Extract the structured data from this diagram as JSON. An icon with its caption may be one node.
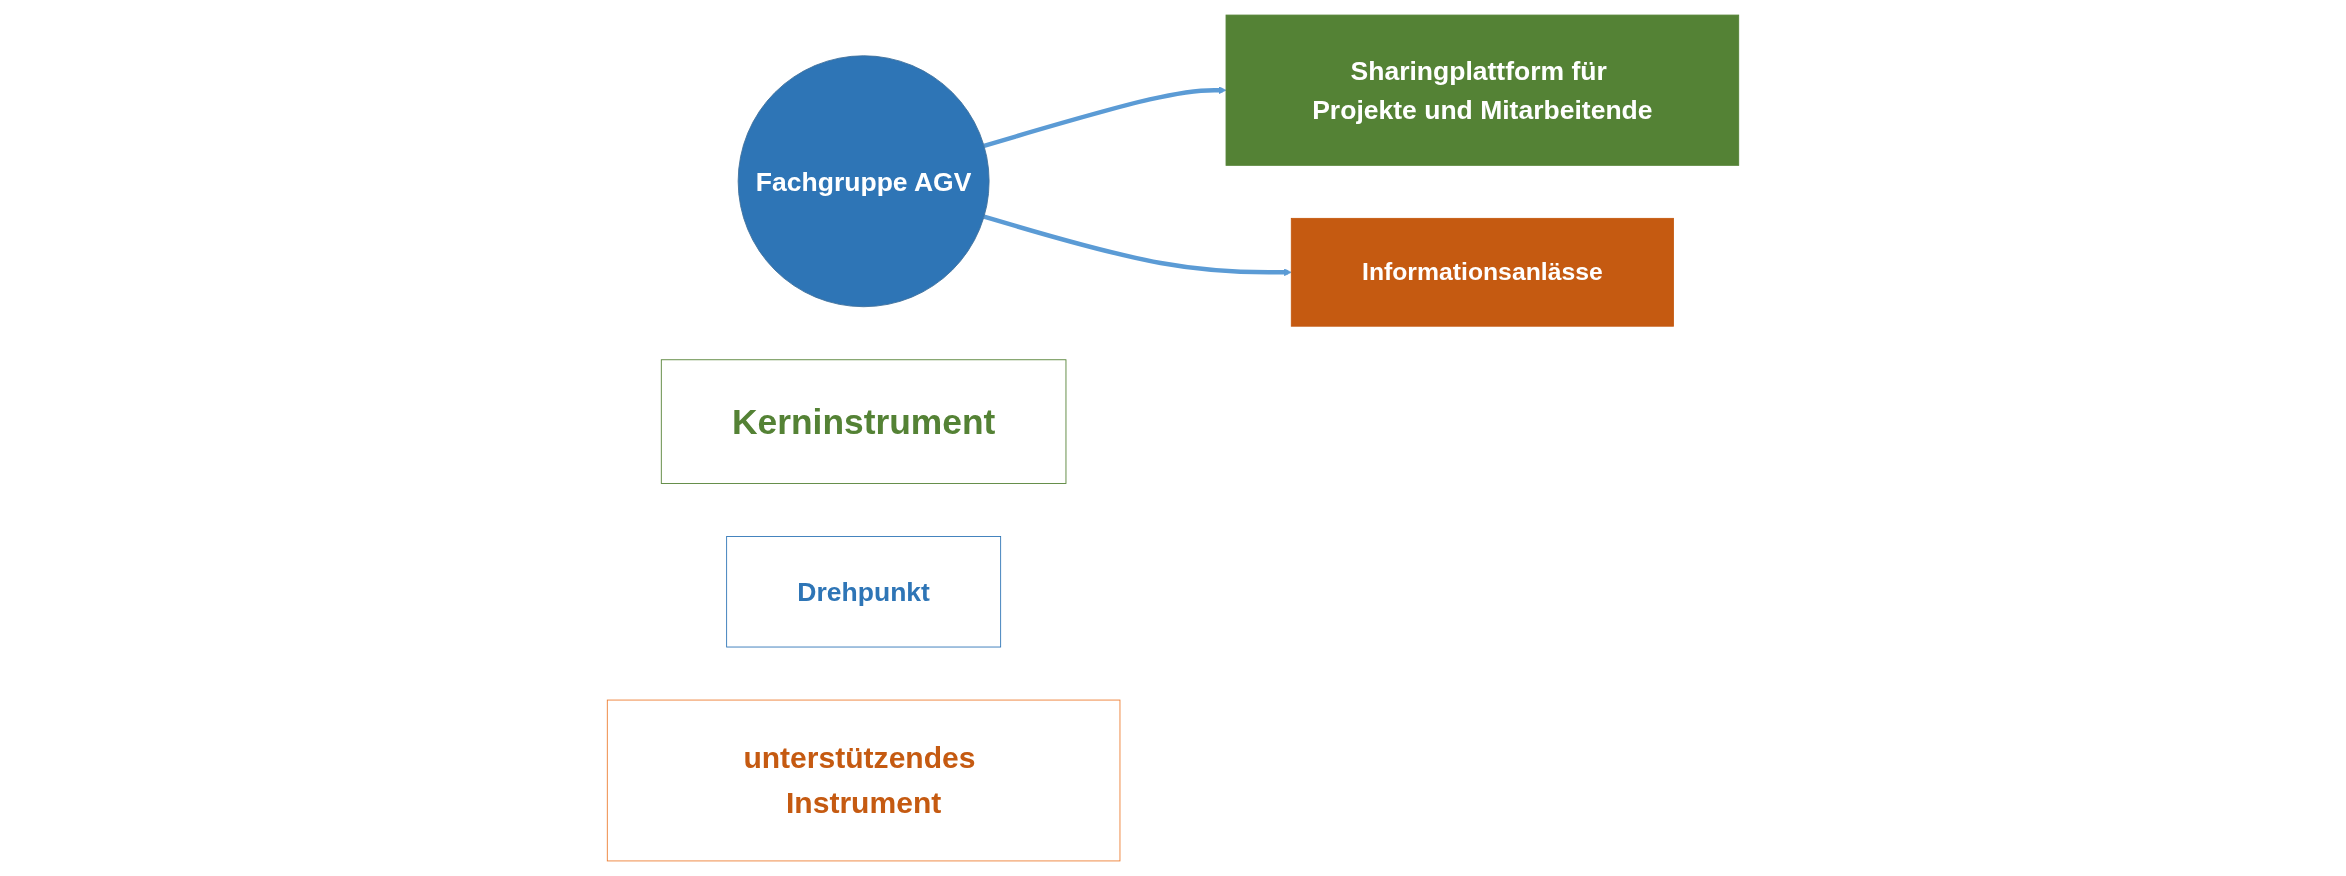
{
  "diagram": {
    "nodes": [
      {
        "text": [
          "Sharingplattform für Projekte und Mitarbeitende"
        ]
      },
      {
        "text": [
          "Fachgruppe AGV"
        ]
      },
      {
        "text": [
          "Informationsanlässe"
        ]
      },
      {
        "text": [
          "Kerninstrument"
        ]
      },
      {
        "text": [
          "Drehpunkt"
        ]
      },
      {
        "text": [
          "unterstützendes Instrument"
        ]
      }
    ],
    "edges": [
      {
        "from": 1,
        "to": 0,
        "arrow": "to"
      },
      {
        "from": 1,
        "to": 2,
        "arrow": "to"
      }
    ]
  }
}
